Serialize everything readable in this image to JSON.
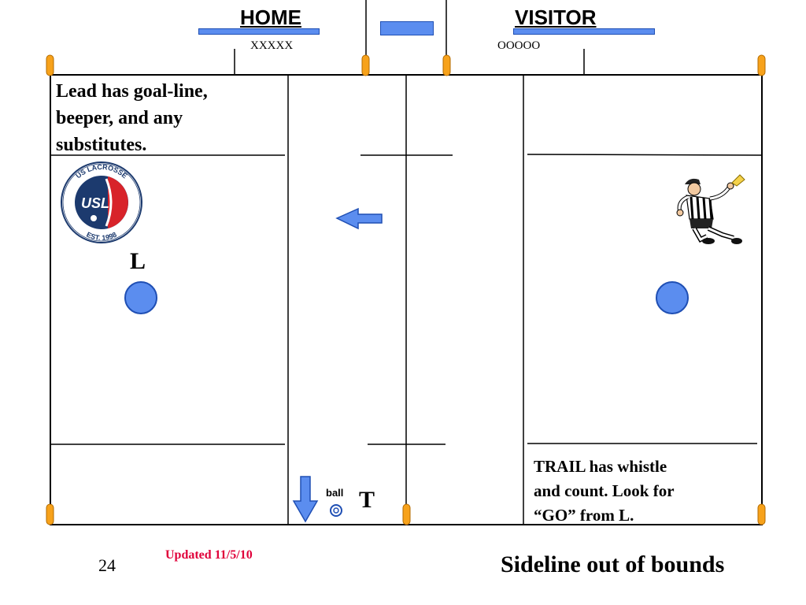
{
  "header": {
    "home_label": "HOME",
    "home_team": "XXXXX",
    "visitor_label": "VISITOR",
    "visitor_team": "OOOOO"
  },
  "field": {
    "lead_note": [
      "Lead has goal-line,",
      "beeper, and any",
      "substitutes."
    ],
    "trail_note": [
      "TRAIL has whistle",
      "and count.  Look for",
      "“GO” from L."
    ],
    "lead_letter": "L",
    "trail_letter": "T",
    "ball_label": "ball"
  },
  "logo": {
    "top_text": "US LACROSSE",
    "center_text": "USL",
    "bottom_text": "EST. 1998"
  },
  "footer": {
    "slide_number": "24",
    "updated": "Updated 11/5/10",
    "title": "Sideline out of bounds"
  },
  "colors": {
    "player_fill": "#5b8def",
    "player_stroke": "#1f4fb4",
    "pylon": "#f7a21b",
    "updated_text": "#e0003a",
    "logo_navy": "#1c3a6e",
    "logo_red": "#d8232a"
  },
  "icons": [
    "usl-logo",
    "referee-figure",
    "arrow-left-icon",
    "arrow-down-icon",
    "ball-icon",
    "pylon-icon"
  ]
}
